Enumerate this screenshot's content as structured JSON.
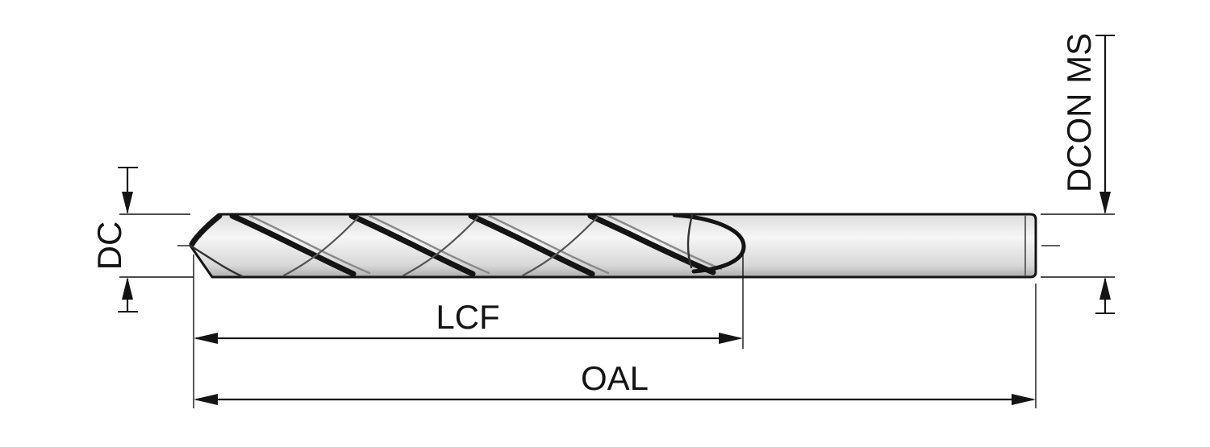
{
  "diagram": {
    "labels": {
      "dc": "DC",
      "lcf": "LCF",
      "oal": "OAL",
      "dcon_ms": "DCON MS"
    },
    "colors": {
      "line": "#141414",
      "body_light": "#f6f6f6",
      "body_mid": "#d8d8d8",
      "body_shadow": "#a2a2a2",
      "background": "#ffffff"
    }
  }
}
